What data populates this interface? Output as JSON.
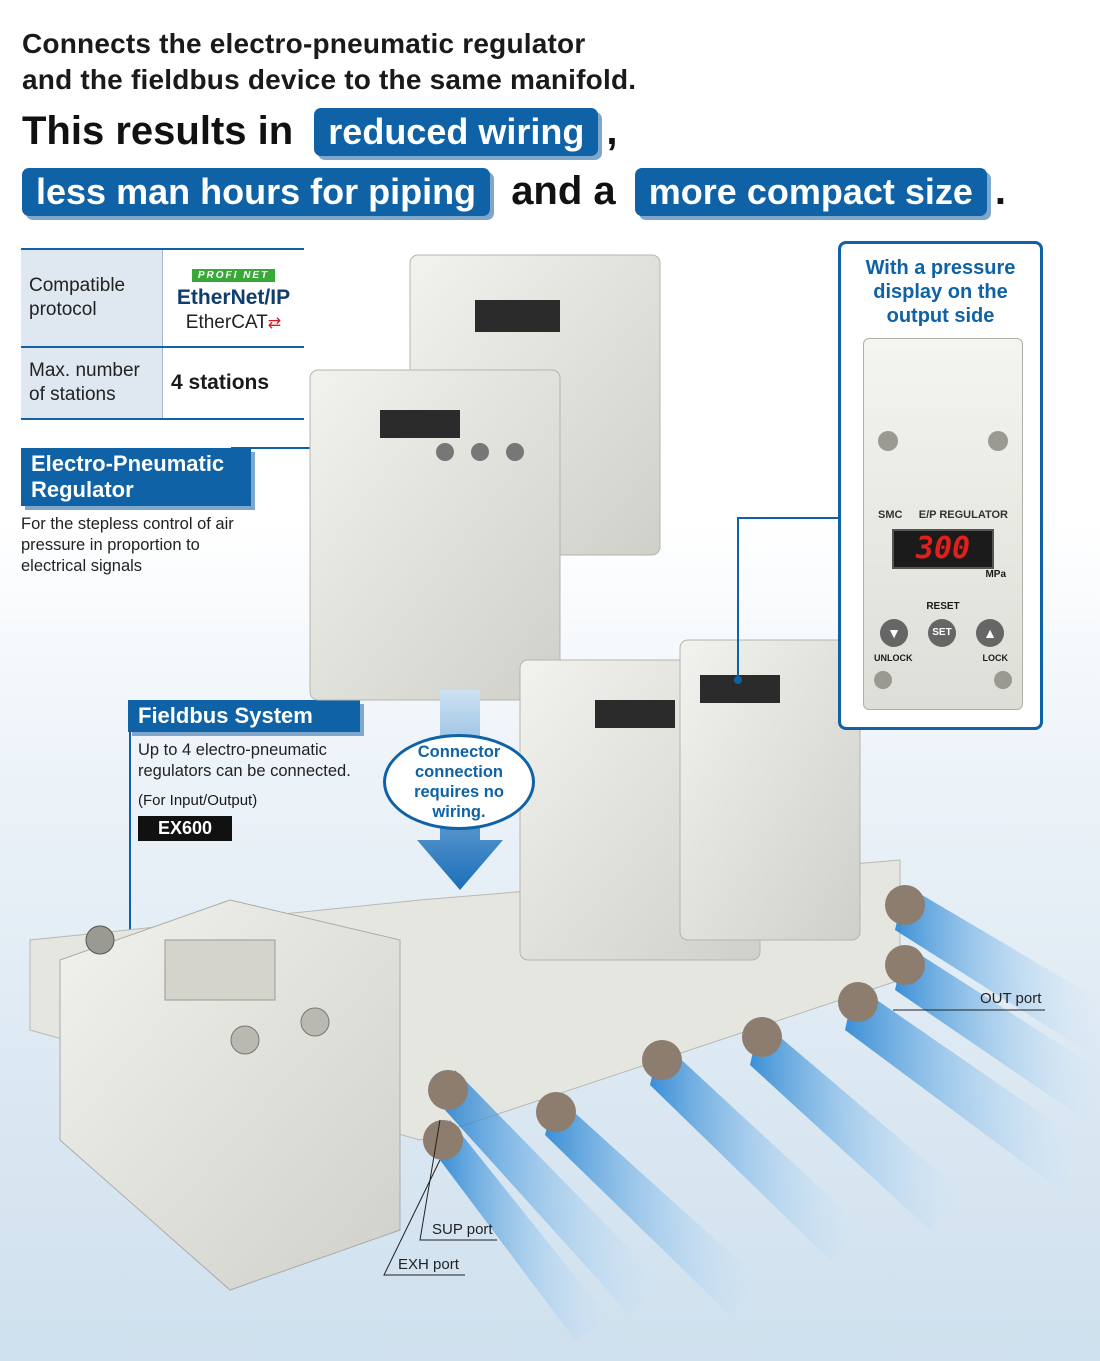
{
  "headline": {
    "line1": "Connects the electro-pneumatic regulator",
    "line2": "and the fieldbus device to the same manifold.",
    "line3_prefix": "This results in",
    "pill1": "reduced wiring",
    "comma": ",",
    "pill2": "less man hours for piping",
    "and_a": "and a",
    "pill3": "more compact size",
    "period": "."
  },
  "protocol_table": {
    "row1_label": "Compatible protocol",
    "logo_profinet": "PROFI NET",
    "logo_ethernetip": "EtherNet/IP",
    "logo_ethercat": "EtherCAT",
    "row2_label": "Max. number of stations",
    "row2_value": "4 stations"
  },
  "regulator_section": {
    "tag_line1": "Electro-Pneumatic",
    "tag_line2": "Regulator",
    "description": "For the stepless control of air pressure in proportion to electrical signals"
  },
  "fieldbus_section": {
    "tag": "Fieldbus System",
    "description": "Up to 4 electro-pneumatic regulators can be connected.",
    "io_note": "(For Input/Output)",
    "model": "EX600"
  },
  "bubble": {
    "text": "Connector connection requires no wiring."
  },
  "pressure_callout": {
    "title": "With a pressure display on the output side",
    "brand": "SMC",
    "product": "E/P REGULATOR",
    "display": "300",
    "unit": "MPa",
    "reset": "RESET",
    "set": "SET",
    "unlock": "UNLOCK",
    "lock": "LOCK"
  },
  "ports": {
    "out": "OUT port",
    "sup": "SUP port",
    "exh": "EXH port"
  },
  "colors": {
    "accent": "#0e62a5",
    "accent_shadow": "#7fa7cb",
    "display_red": "#e0201b",
    "profinet_green": "#38a838"
  }
}
